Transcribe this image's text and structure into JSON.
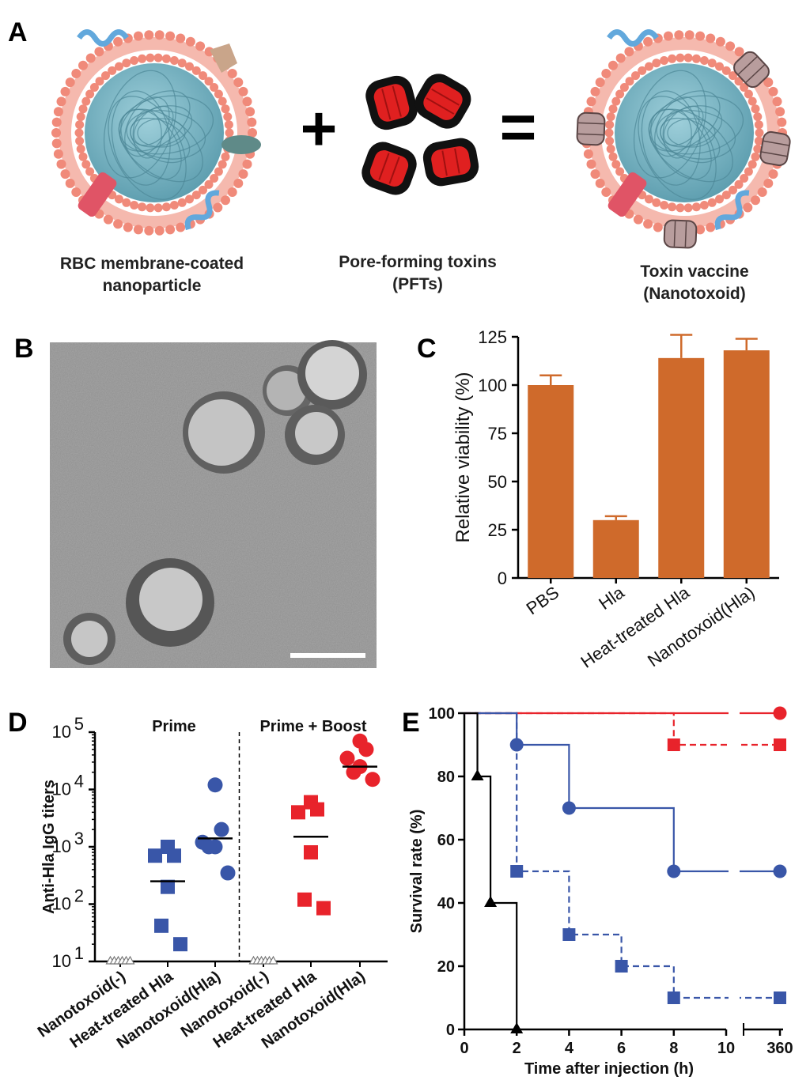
{
  "panels": {
    "a": "A",
    "b": "B",
    "c": "C",
    "d": "D",
    "e": "E"
  },
  "panel_a": {
    "caption_left_1": "RBC membrane-coated",
    "caption_left_2": "nanoparticle",
    "caption_mid_1": "Pore-forming toxins",
    "caption_mid_2": "(PFTs)",
    "caption_right_1": "Toxin vaccine",
    "caption_right_2": "(Nanotoxoid)",
    "plus": "+",
    "equals": "="
  },
  "colors": {
    "bar": "#cf6a2b",
    "blue": "#3956a8",
    "red": "#e8232b",
    "black": "#000000",
    "membrane": "#f08a7a",
    "core": "#7fb6c4"
  },
  "chart_data": [
    {
      "panel": "C",
      "type": "bar",
      "categories": [
        "PBS",
        "Hla",
        "Heat-treated Hla",
        "Nanotoxoid(Hla)"
      ],
      "values": [
        100,
        30,
        114,
        118
      ],
      "errors": [
        5,
        2,
        12,
        6
      ],
      "ylabel": "Relative viability (%)",
      "ylim": [
        0,
        125
      ],
      "yticks": [
        "0",
        "25",
        "50",
        "75",
        "100",
        "125"
      ]
    },
    {
      "panel": "D",
      "type": "scatter",
      "ylabel": "Anti-Hla IgG titers",
      "yscale": "log",
      "ylim": [
        10,
        100000
      ],
      "yticks": [
        "10",
        "10",
        "10",
        "10",
        "10"
      ],
      "ytick_exponents": [
        "1",
        "2",
        "3",
        "4",
        "5"
      ],
      "group_titles": [
        "Prime",
        "Prime + Boost"
      ],
      "categories": [
        "Nanotoxoid(-)",
        "Heat-treated Hla",
        "Nanotoxoid(Hla)",
        "Nanotoxoid(-)",
        "Heat-treated Hla",
        "Nanotoxoid(Hla)"
      ],
      "series": [
        {
          "group": "Prime",
          "category": "Nanotoxoid(-)",
          "marker": "open-triangle",
          "values": [
            10,
            10,
            10,
            10,
            10,
            10
          ],
          "mean": null
        },
        {
          "group": "Prime",
          "category": "Heat-treated Hla",
          "marker": "blue-square",
          "values": [
            1000,
            700,
            700,
            200,
            42,
            20
          ],
          "mean": 250
        },
        {
          "group": "Prime",
          "category": "Nanotoxoid(Hla)",
          "marker": "blue-circle",
          "values": [
            12000,
            2000,
            1200,
            1000,
            1000,
            350
          ],
          "mean": 1400
        },
        {
          "group": "Prime + Boost",
          "category": "Nanotoxoid(-)",
          "marker": "open-triangle",
          "values": [
            10,
            10,
            10,
            10,
            10,
            10
          ],
          "mean": null
        },
        {
          "group": "Prime + Boost",
          "category": "Heat-treated Hla",
          "marker": "red-square",
          "values": [
            6000,
            4500,
            4000,
            800,
            120,
            85
          ],
          "mean": 1500
        },
        {
          "group": "Prime + Boost",
          "category": "Nanotoxoid(Hla)",
          "marker": "red-circle",
          "values": [
            70000,
            50000,
            35000,
            25000,
            20000,
            15000
          ],
          "mean": 25000
        }
      ]
    },
    {
      "panel": "E",
      "type": "line",
      "xlabel": "Time after injection (h)",
      "ylabel": "Survival rate (%)",
      "ylim": [
        0,
        100
      ],
      "xticks": [
        "0",
        "2",
        "4",
        "6",
        "8",
        "10",
        "360"
      ],
      "yticks": [
        "0",
        "20",
        "40",
        "60",
        "80",
        "100"
      ],
      "axis_break": true,
      "series": [
        {
          "color": "#e8232b",
          "dash": false,
          "marker": "circle",
          "x": [
            0,
            360
          ],
          "y": [
            100,
            100
          ],
          "markers_at": [
            [
              360,
              100
            ]
          ]
        },
        {
          "color": "#e8232b",
          "dash": true,
          "marker": "square",
          "x": [
            0,
            8,
            360
          ],
          "y": [
            100,
            90,
            90
          ],
          "markers_at": [
            [
              8,
              90
            ],
            [
              360,
              90
            ]
          ]
        },
        {
          "color": "#3956a8",
          "dash": false,
          "marker": "circle",
          "x": [
            0,
            2,
            4,
            8,
            360
          ],
          "y": [
            100,
            90,
            70,
            50,
            50
          ],
          "markers_at": [
            [
              2,
              90
            ],
            [
              4,
              70
            ],
            [
              8,
              50
            ],
            [
              360,
              50
            ]
          ]
        },
        {
          "color": "#3956a8",
          "dash": true,
          "marker": "square",
          "x": [
            0,
            2,
            4,
            6,
            8,
            360
          ],
          "y": [
            100,
            50,
            30,
            20,
            10,
            10
          ],
          "markers_at": [
            [
              2,
              50
            ],
            [
              4,
              30
            ],
            [
              6,
              20
            ],
            [
              8,
              10
            ],
            [
              360,
              10
            ]
          ]
        },
        {
          "color": "#000000",
          "dash": false,
          "marker": "triangle",
          "x": [
            0,
            0.5,
            1,
            2
          ],
          "y": [
            100,
            80,
            40,
            0
          ],
          "markers_at": [
            [
              0.5,
              80
            ],
            [
              1,
              40
            ],
            [
              2,
              0
            ]
          ]
        }
      ]
    }
  ]
}
